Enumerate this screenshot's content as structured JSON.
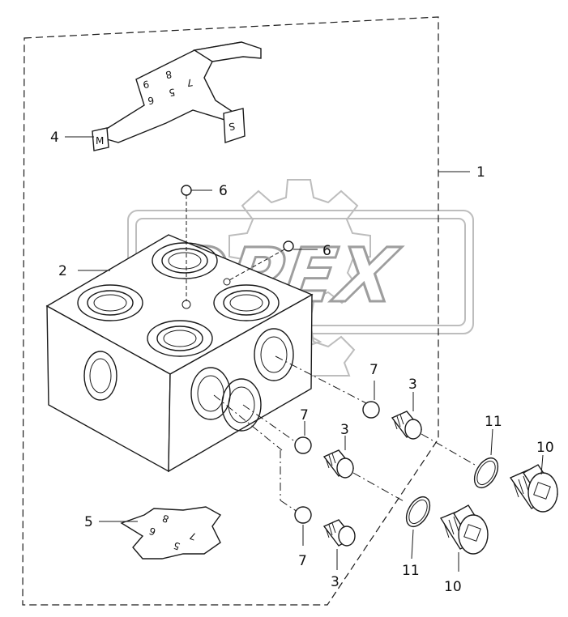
{
  "watermark": {
    "text": "OPEX"
  },
  "callouts": {
    "c1": "1",
    "c2": "2",
    "c3a": "3",
    "c3b": "3",
    "c3c": "3",
    "c4": "4",
    "c5": "5",
    "c6a": "6",
    "c6b": "6",
    "c7a": "7",
    "c7b": "7",
    "c7c": "7",
    "c10a": "10",
    "c10b": "10",
    "c11a": "11",
    "c11b": "11"
  },
  "plate4_marks": {
    "m1": "9",
    "m2": "8",
    "m3": "7",
    "m4": "6",
    "m5": "5",
    "m6": "M",
    "m7": "S"
  },
  "plate5_marks": {
    "m1": "8",
    "m2": "6",
    "m3": "7",
    "m4": "5"
  }
}
